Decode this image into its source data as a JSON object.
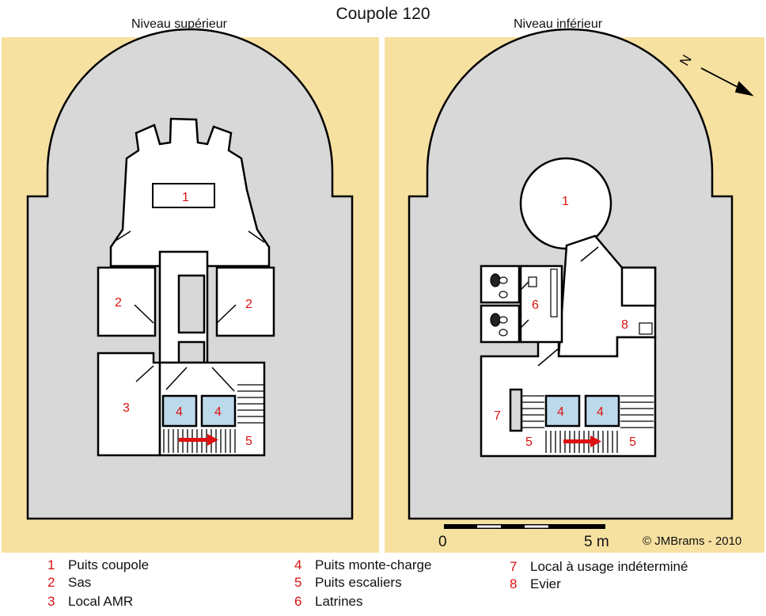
{
  "title": "Coupole 120",
  "levels": {
    "upper": "Niveau supérieur",
    "lower": "Niveau inférieur"
  },
  "room_numbers": {
    "upper": [
      "1",
      "2",
      "2",
      "3",
      "4",
      "4",
      "5"
    ],
    "lower": [
      "1",
      "6",
      "8",
      "7",
      "4",
      "4",
      "5",
      "5"
    ]
  },
  "scale": {
    "start": "0",
    "end": "5 m"
  },
  "north": "N",
  "copyright": "© JMBrams - 2010",
  "colors": {
    "ground": "#f7e1a1",
    "concrete": "#d8d8d8",
    "room": "#ffffff",
    "shaft": "#bcd9ea",
    "label": "#dd1111",
    "arrow": "#dd1111"
  },
  "legend": [
    {
      "num": "1",
      "label": "Puits coupole"
    },
    {
      "num": "2",
      "label": "Sas"
    },
    {
      "num": "3",
      "label": "Local AMR"
    },
    {
      "num": "4",
      "label": "Puits monte-charge"
    },
    {
      "num": "5",
      "label": "Puits escaliers"
    },
    {
      "num": "6",
      "label": "Latrines"
    },
    {
      "num": "7",
      "label": "Local à usage indéterminé"
    },
    {
      "num": "8",
      "label": "Evier"
    }
  ]
}
